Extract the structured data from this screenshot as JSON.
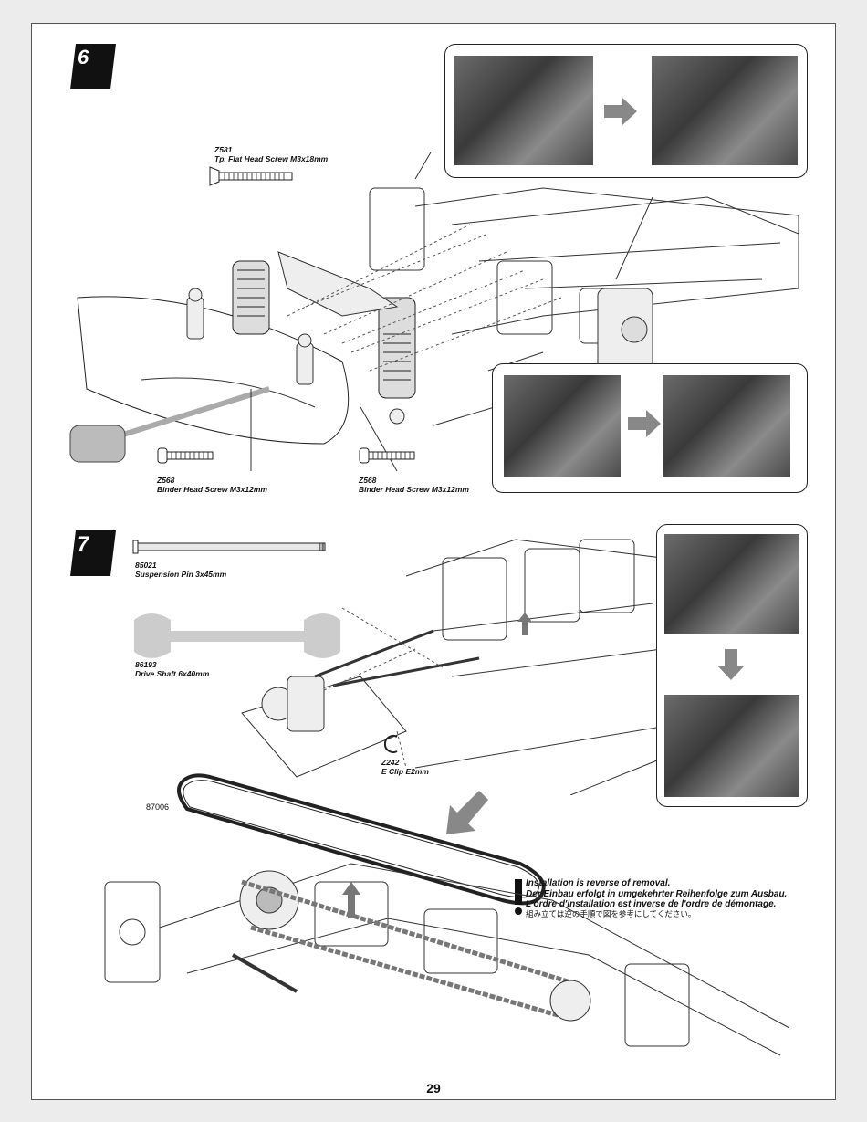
{
  "steps": {
    "step6": {
      "number": "6",
      "parts": {
        "z581": {
          "code": "Z581",
          "name": "Tp. Flat Head Screw M3x18mm"
        },
        "z568a": {
          "code": "Z568",
          "name": "Binder Head Screw M3x12mm"
        },
        "z568b": {
          "code": "Z568",
          "name": "Binder Head Screw M3x12mm"
        }
      }
    },
    "step7": {
      "number": "7",
      "parts": {
        "p85021": {
          "code": "85021",
          "name": "Suspension Pin 3x45mm"
        },
        "p86193": {
          "code": "86193",
          "name": "Drive Shaft 6x40mm"
        },
        "z242": {
          "code": "Z242",
          "name": "E Clip E2mm"
        },
        "p87006": {
          "code": "87006"
        }
      },
      "note": {
        "en": "Installation is reverse of removal.",
        "de": "Der Einbau erfolgt in umgekehrter Reihenfolge zum Ausbau.",
        "fr": "L'ordre d'installation est inverse de l'ordre de démontage.",
        "jp": "組み立ては逆の手順で図を参考にしてください。"
      }
    }
  },
  "page_number": "29"
}
